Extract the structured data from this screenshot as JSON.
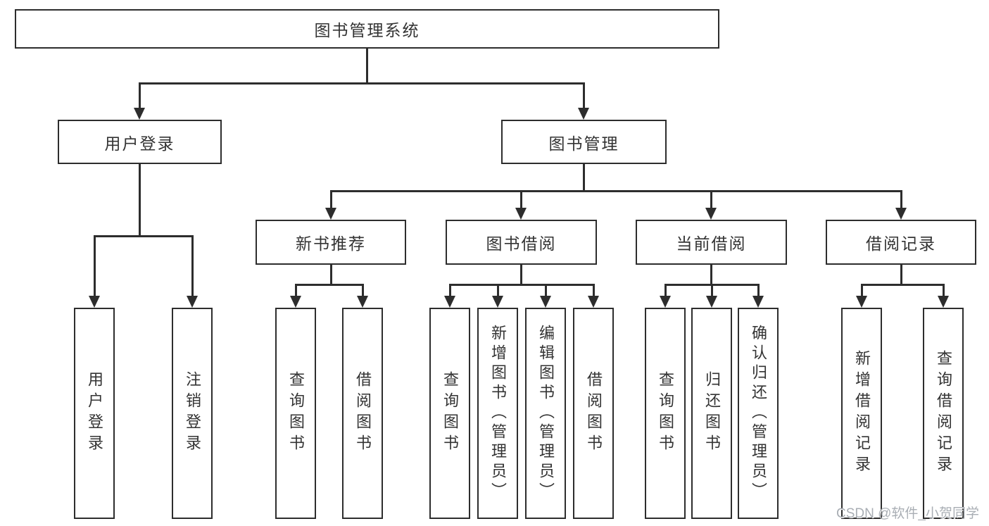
{
  "diagram": {
    "title": "图书管理系统",
    "branches": {
      "user": {
        "label": "用户登录",
        "children": [
          "用户登录",
          "注销登录"
        ]
      },
      "book": {
        "label": "图书管理",
        "groups": [
          {
            "label": "新书推荐",
            "children": [
              "查询图书",
              "借阅图书"
            ]
          },
          {
            "label": "图书借阅",
            "children": [
              "查询图书",
              "新增图书（管理员）",
              "编辑图书（管理员）",
              "借阅图书"
            ]
          },
          {
            "label": "当前借阅",
            "children": [
              "查询图书",
              "归还图书",
              "确认归还（管理员）"
            ]
          },
          {
            "label": "借阅记录",
            "children": [
              "新增借阅记录",
              "查询借阅记录"
            ]
          }
        ]
      }
    },
    "watermark": "CSDN @软件_小贺同学"
  },
  "colors": {
    "line": "#2d2d2d",
    "text": "#333333",
    "watermark": "#a9aeb4",
    "background": "#ffffff"
  }
}
